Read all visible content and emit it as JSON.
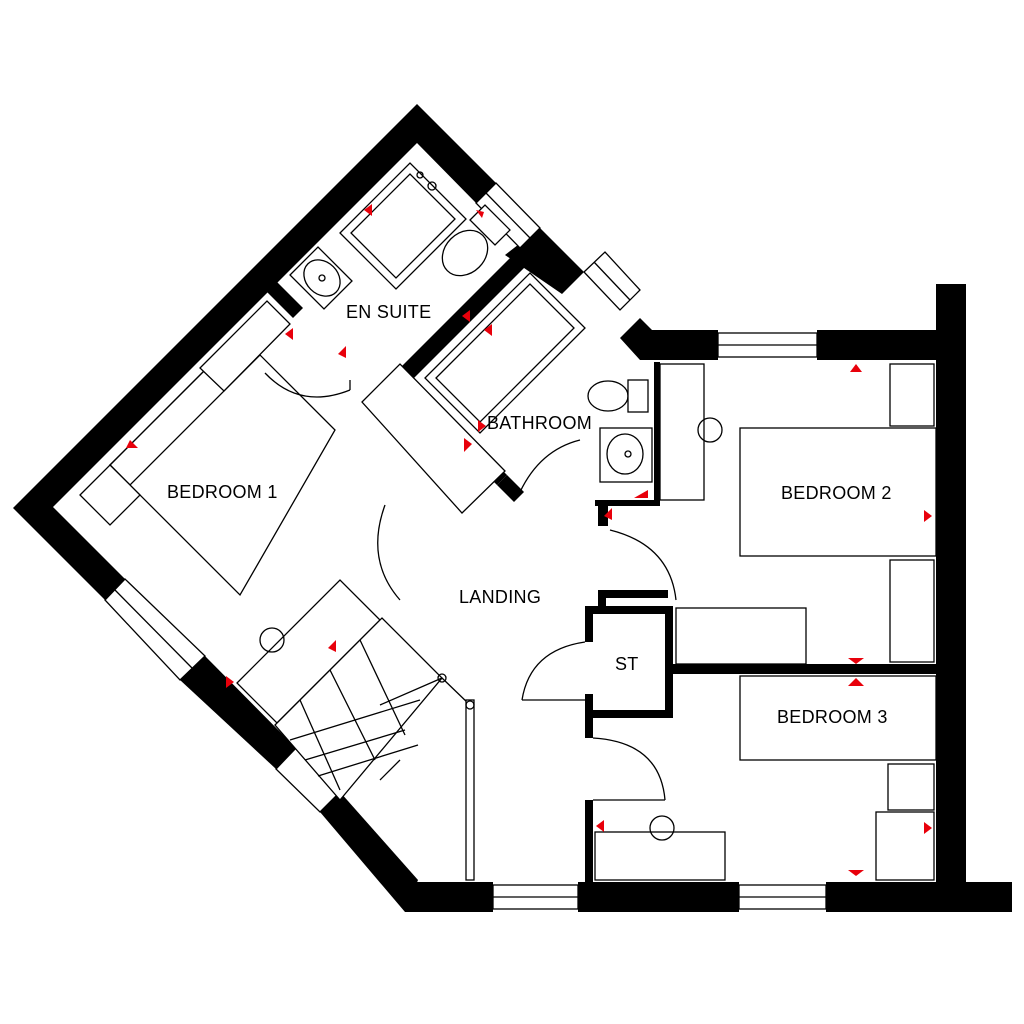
{
  "rooms": {
    "en_suite": "EN SUITE",
    "bathroom": "BATHROOM",
    "bedroom_1": "BEDROOM 1",
    "bedroom_2": "BEDROOM 2",
    "bedroom_3": "BEDROOM 3",
    "landing": "LANDING",
    "storage": "ST"
  },
  "colors": {
    "wall": "#000000",
    "background": "#ffffff",
    "socket_marker": "#e8000b"
  }
}
